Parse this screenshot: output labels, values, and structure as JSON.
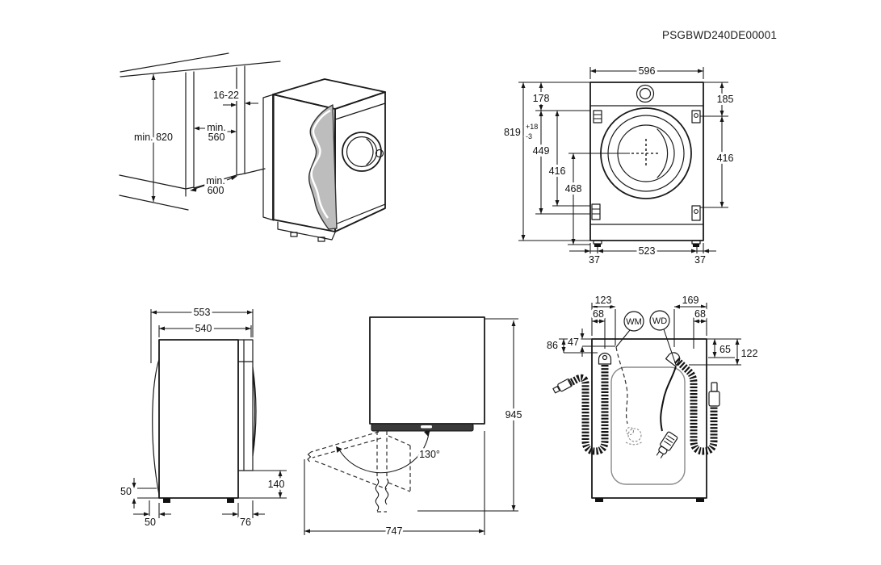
{
  "title": "PSGBWD240DE00001",
  "colors": {
    "line": "#1a1a1a",
    "furniture_panel_gray": "#bdbdbd",
    "background": "#ffffff"
  },
  "views": {
    "niche": {
      "min_height": "min. 820",
      "furniture_panel_thickness": "16-22",
      "min_width_prefix": "min.",
      "min_width_value": "560",
      "min_depth_prefix": "min.",
      "min_depth_value": "600"
    },
    "front": {
      "width_top": "596",
      "hinge_offset_top": "178",
      "height_total": "819",
      "height_tol_plus": "+18",
      "height_tol_minus": "-3",
      "hinge_span": "449",
      "bracket_span_left": "416",
      "center_to_floor": "468",
      "bracket_offset_top": "185",
      "bracket_span_right": "416",
      "foot_inset_left": "37",
      "foot_spacing": "523",
      "foot_inset_right": "37"
    },
    "side": {
      "depth_total": "553",
      "depth_body": "540",
      "rear_clearance_height": "50",
      "rear_foot_offset": "50",
      "front_foot_offset": "76",
      "door_bottom_height": "140"
    },
    "door": {
      "opening_angle": "130°",
      "depth_with_open_door": "945",
      "width_with_open_door": "747"
    },
    "rear": {
      "wm_offset": "123",
      "left_hose_offset": "68",
      "wd_offset": "169",
      "right_hose_offset": "68",
      "wm_badge": "WM",
      "wd_badge": "WD",
      "left_hose_depth": "86",
      "wm_depth": "47",
      "wd_depth": "65",
      "right_hose_depth": "122"
    }
  }
}
